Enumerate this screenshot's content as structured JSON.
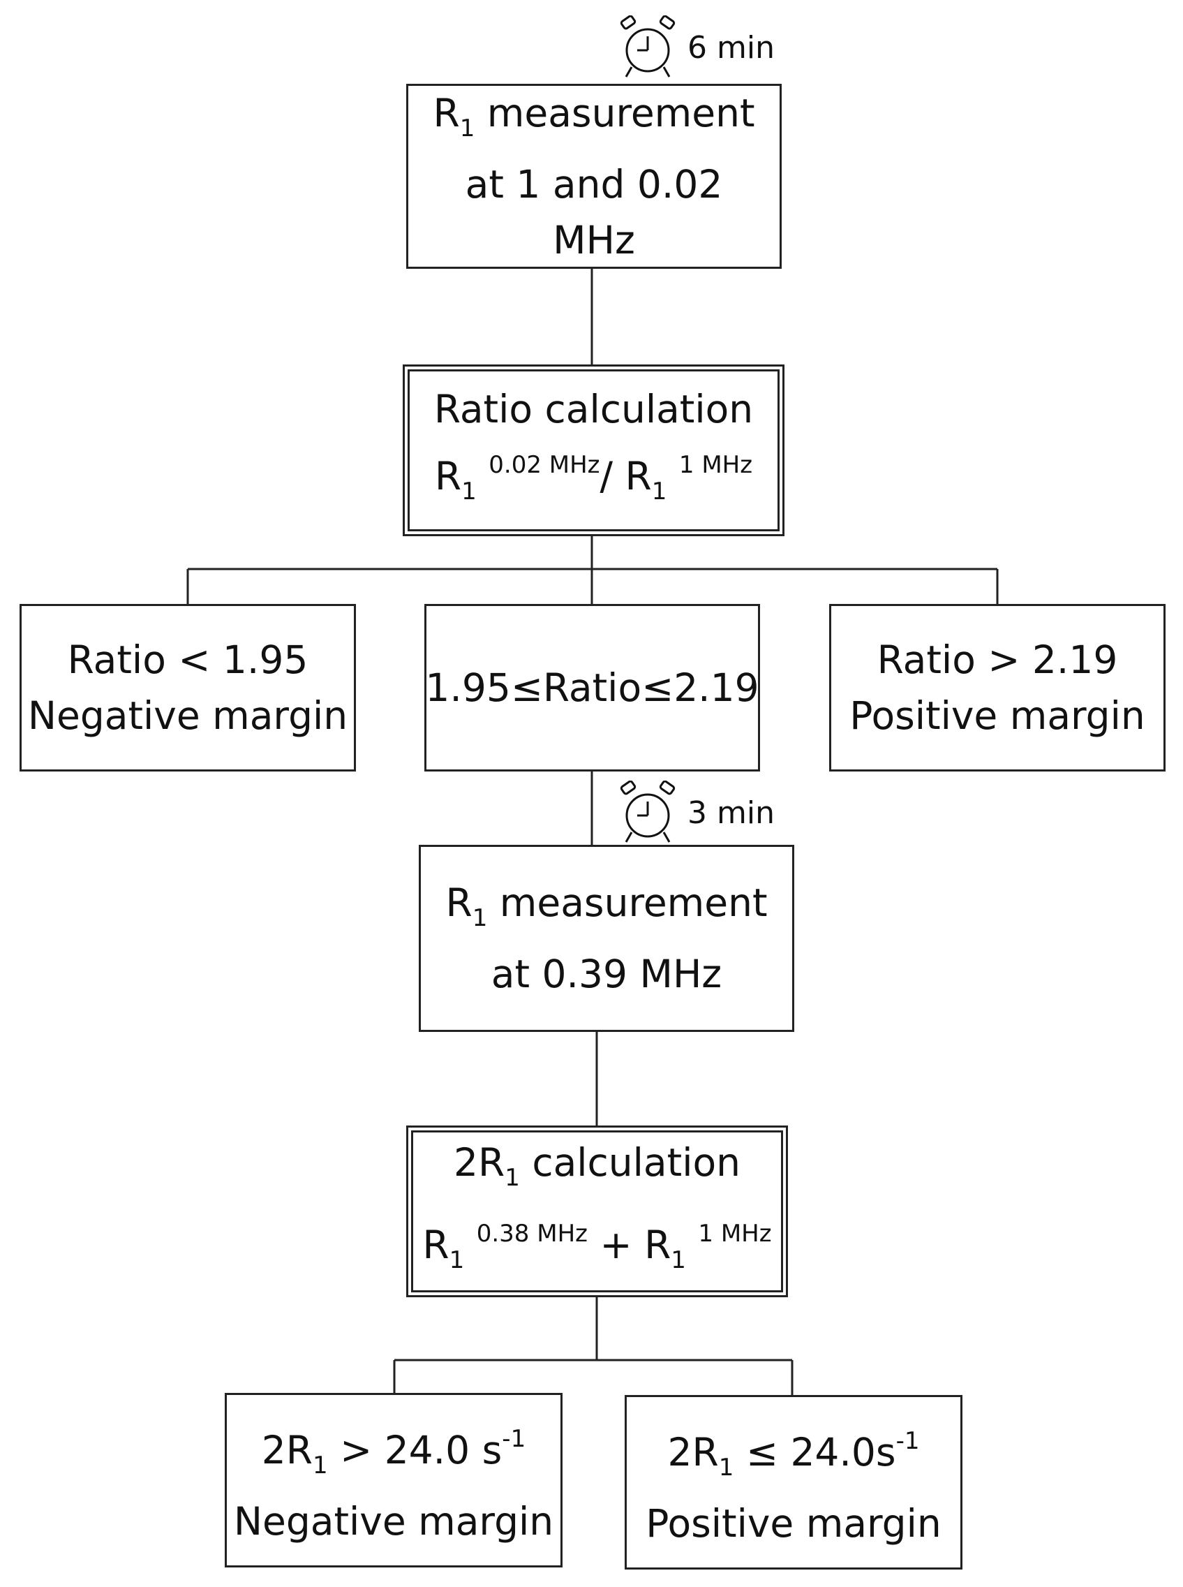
{
  "diagram": {
    "step1": {
      "timer_label": "6 min",
      "r": "R",
      "r_sub": "1",
      "line1_rest": " measurement",
      "line2": "at 1 and 0.02",
      "line3": "MHz"
    },
    "ratio_calc": {
      "title": "Ratio calculation",
      "r": "R",
      "r_sub": "1",
      "exp1": "0.02 MHz",
      "slash": "/",
      "exp2": "1 MHz"
    },
    "branches": {
      "left": {
        "line1": "Ratio < 1.95",
        "line2": "Negative margin"
      },
      "middle": {
        "line1": "1.95≤Ratio≤2.19"
      },
      "right": {
        "line1": "Ratio > 2.19",
        "line2": "Positive margin"
      }
    },
    "step2": {
      "timer_label": "3 min",
      "r": "R",
      "r_sub": "1",
      "line1_rest": " measurement",
      "line2": "at 0.39 MHz"
    },
    "sum_calc": {
      "title_prefix": "2R",
      "title_sub": "1",
      "title_rest": " calculation",
      "r": "R",
      "r_sub": "1",
      "exp1": "0.38 MHz",
      "plus": "+",
      "exp2": "1 MHz"
    },
    "outcomes": {
      "left": {
        "prefix": "2R",
        "sub": "1",
        "cond": " > 24.0 s",
        "exp": "-1",
        "line2": "Negative margin"
      },
      "right": {
        "prefix": "2R",
        "sub": "1",
        "cond": " ≤ 24.0s",
        "exp": "-1",
        "line2": "Positive margin"
      }
    },
    "icons": {
      "timer": "alarm-clock-icon"
    },
    "colors": {
      "stroke": "#222222",
      "background": "#ffffff"
    }
  }
}
